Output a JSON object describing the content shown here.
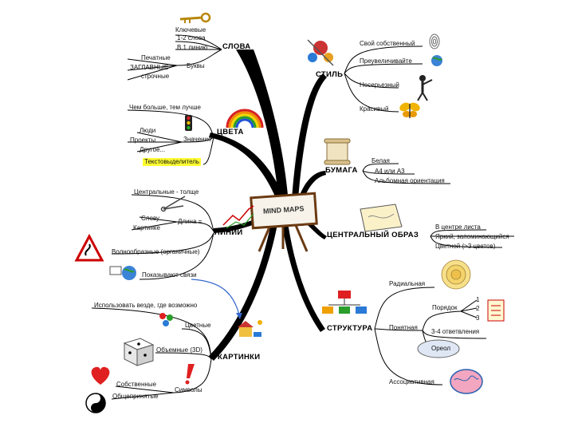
{
  "center": {
    "title": "MIND MAPS"
  },
  "branches": {
    "slova": {
      "title": "СЛОВА",
      "items": [
        "Ключевые",
        "1-2 слова",
        "В 1 линию",
        "Печатные",
        "ЗАГЛАВНЫЕ",
        "Буквы",
        "строчные"
      ]
    },
    "tsveta": {
      "title": "ЦВЕТА",
      "items": [
        "Чем больше, тем лучше",
        "Люди",
        "Проекты",
        "Другое...",
        "Значение",
        "Текстовыделитель"
      ]
    },
    "linii": {
      "title": "ЛИНИИ",
      "items": [
        "Центральные - толще",
        "Слову",
        "Картинке",
        "Длина =",
        "Волнообразные (органичные)",
        "Показывают связи"
      ]
    },
    "kartinki": {
      "title": "КАРТИНКИ",
      "items": [
        "Использовать везде, где возможно",
        "Цветные",
        "Объемные (3D)",
        "Собственные",
        "Общепринятые",
        "Символы"
      ]
    },
    "stil": {
      "title": "СТИЛЬ",
      "items": [
        "Свой собственный",
        "Преувеличивайте",
        "Несерьезный",
        "Красивый"
      ]
    },
    "bumaga": {
      "title": "БУМАГА",
      "items": [
        "Белая",
        "А4 или А3",
        "Альбомная ориентация"
      ]
    },
    "obraz": {
      "title": "ЦЕНТРАЛЬНЫЙ ОБРАЗ",
      "items": [
        "В центре листа",
        "Яркий, запоминающийся",
        "Цветной (>3 цветов)"
      ]
    },
    "struktura": {
      "title": "СТРУКТУРА",
      "items": [
        "Радиальная",
        "Порядок",
        "1",
        "2",
        "3",
        "Понятная",
        "3-4 ответвления",
        "Ореол",
        "Ассоциативная"
      ]
    }
  },
  "colors": {
    "line": "#000000",
    "highlight": "#ffff33",
    "arrow": "#3366cc"
  }
}
